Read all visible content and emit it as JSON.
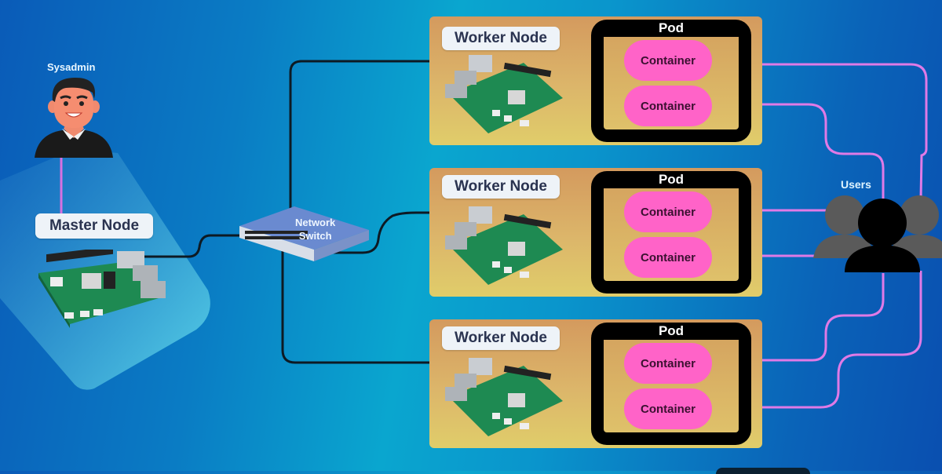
{
  "sysadmin": {
    "label": "Sysadmin"
  },
  "master": {
    "label": "Master Node"
  },
  "network_switch": {
    "line1": "Network",
    "line2": "Switch"
  },
  "users": {
    "label": "Users"
  },
  "workers": [
    {
      "label": "Worker Node",
      "pod_label": "Pod",
      "containers": [
        "Container",
        "Container"
      ]
    },
    {
      "label": "Worker Node",
      "pod_label": "Pod",
      "containers": [
        "Container",
        "Container"
      ]
    },
    {
      "label": "Worker Node",
      "pod_label": "Pod",
      "containers": [
        "Container",
        "Container"
      ]
    }
  ],
  "colors": {
    "container_fill": "#ff63c8",
    "link_line": "#e07ae6",
    "cable": "#0d1a24",
    "pod_border": "#000000"
  }
}
